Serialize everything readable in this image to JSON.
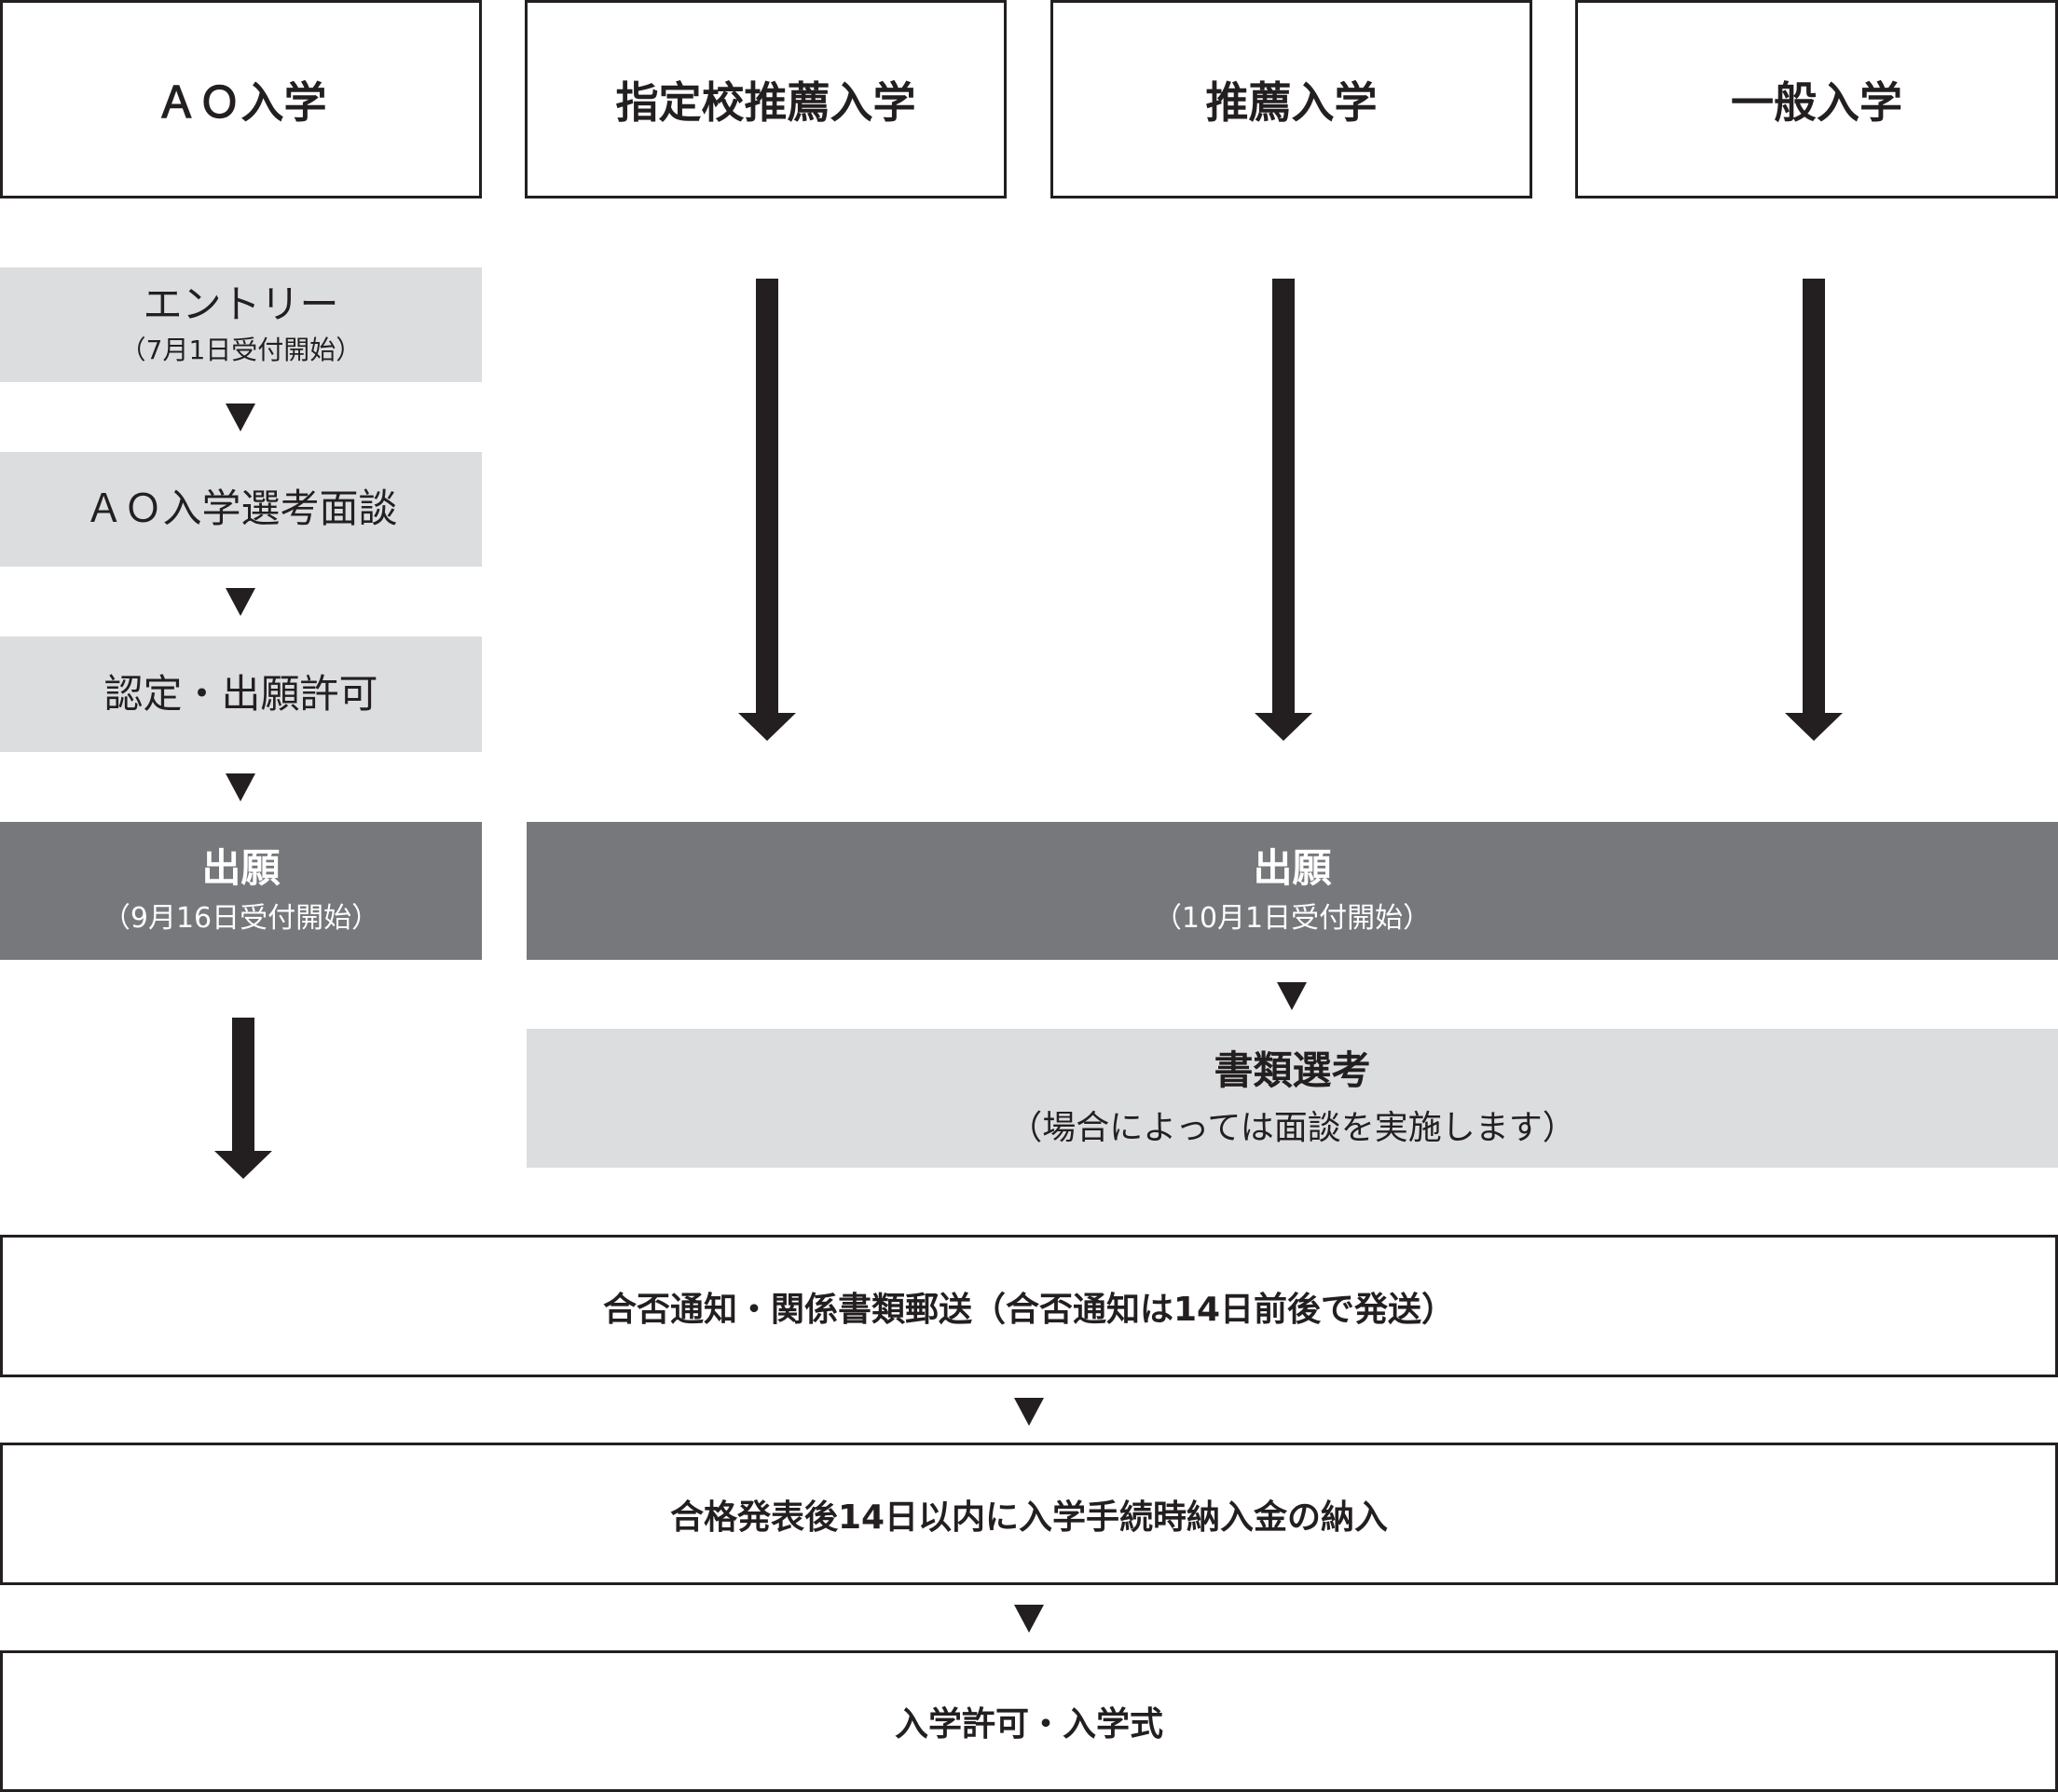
{
  "columns": {
    "ao": "ＡＯ入学",
    "designated": "指定校推薦入学",
    "recommended": "推薦入学",
    "general": "一般入学"
  },
  "ao_flow": {
    "entry": {
      "title": "エントリー",
      "note": "（7月1日受付開始）"
    },
    "interview": {
      "title": "ＡＯ入学選考面談"
    },
    "approval": {
      "title": "認定・出願許可"
    },
    "application": {
      "title": "出願",
      "note": "（9月16日受付開始）"
    }
  },
  "other_flow": {
    "application": {
      "title": "出願",
      "note": "（10月1日受付開始）"
    },
    "screening": {
      "title": "書類選考",
      "note": "（場合によっては面談を実施します）"
    }
  },
  "common_flow": {
    "notification": "合否通知・関係書類郵送（合否通知は14日前後で発送）",
    "payment": "合格発表後14日以内に入学手続時納入金の納入",
    "admission": "入学許可・入学式"
  },
  "colors": {
    "light_box": "#dcdddf",
    "dark_box": "#77787b",
    "ink": "#231f20"
  }
}
